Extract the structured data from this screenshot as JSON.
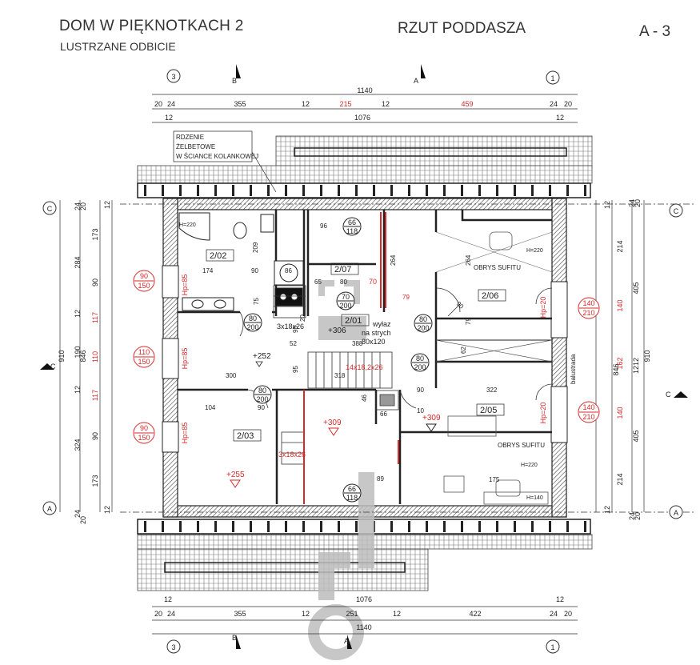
{
  "header": {
    "title": "DOM W PIĘKNOTKACH 2",
    "subtitle": "LUSTRZANE ODBICIE",
    "view_name": "RZUT PODDASZA",
    "sheet": "A - 3"
  },
  "colors": {
    "line": "#222222",
    "red": "#d42a2a",
    "grey_watermark": "#b8b8b8",
    "hatch": "#555555"
  },
  "axes": {
    "top_left": "3",
    "top_right": "1",
    "bottom_left": "3",
    "bottom_right": "1",
    "left_top": "C",
    "left_bottom": "A",
    "right_top": "C",
    "right_bottom": "A",
    "section_b": "B",
    "section_a": "A",
    "section_c": "C"
  },
  "dims": {
    "top_total": "1140",
    "top_inner": "1076",
    "top_20a": "20",
    "top_24a": "24",
    "top_355": "355",
    "top_12a": "12",
    "top_215": "215",
    "top_12b": "12",
    "top_459": "459",
    "top_24b": "24",
    "top_20b": "20",
    "top_12c": "12",
    "top_12d": "12",
    "bottom_total": "1140",
    "bottom_inner": "1076",
    "bottom_20a": "20",
    "bottom_24a": "24",
    "bottom_355": "355",
    "bottom_12a": "12",
    "bottom_251": "251",
    "bottom_12b": "12",
    "bottom_422": "422",
    "bottom_24b": "24",
    "bottom_20b": "20",
    "bottom_12c": "12",
    "bottom_12d": "12",
    "left_910": "910",
    "left_846": "846",
    "left_24a": "24",
    "left_20a": "20",
    "left_12a": "12",
    "left_173a": "173",
    "left_284": "284",
    "left_90a": "90",
    "left_12b": "12",
    "left_117a": "117",
    "left_190": "190",
    "left_110": "110",
    "left_12c": "12",
    "left_117b": "117",
    "left_324": "324",
    "left_90b": "90",
    "left_173b": "173",
    "left_12d": "12",
    "left_24b": "24",
    "left_20b": "20",
    "right_910": "910",
    "right_846": "846",
    "right_24a": "24",
    "right_20a": "20",
    "right_12a": "12",
    "right_214a": "214",
    "right_405a": "405",
    "right_140a": "140",
    "right_12b": "12",
    "right_162": "162",
    "right_12c": "12",
    "right_140b": "140",
    "right_405b": "405",
    "right_214b": "214",
    "right_12d": "12",
    "right_24b": "24",
    "right_20b": "20"
  },
  "windows": [
    {
      "w": "90",
      "h": "150",
      "hp": "Hp=85"
    },
    {
      "w": "110",
      "h": "150",
      "hp": "Hp=85"
    },
    {
      "w": "90",
      "h": "150",
      "hp": "Hp=85"
    },
    {
      "w": "140",
      "h": "210",
      "hp": "Hp=20"
    },
    {
      "w": "140",
      "h": "210",
      "hp": "Hp=20"
    }
  ],
  "doors": [
    {
      "w": "66",
      "h": "118"
    },
    {
      "w": "70",
      "h": "200"
    },
    {
      "w": "80",
      "h": "200"
    },
    {
      "w": "80",
      "h": "200"
    },
    {
      "w": "80",
      "h": "200"
    },
    {
      "w": "80",
      "h": "200"
    },
    {
      "w": "66",
      "h": "118"
    }
  ],
  "rooms": {
    "r202": "2/02",
    "r207": "2/07",
    "r201": "2/01",
    "r206": "2/06",
    "r203": "2/03",
    "r205": "2/05"
  },
  "levels": {
    "l306": "+306",
    "l252": "+252",
    "l309a": "+309",
    "l309b": "+309",
    "l255": "+255"
  },
  "notes": {
    "rdzenie1": "RDZENIE",
    "rdzenie2": "ŻELBETOWE",
    "rdzenie3": "W ŚCIANCE KOLANKOWEJ",
    "wylaz1": "wyłaz",
    "wylaz2": "na strych",
    "wylaz3": "80x120",
    "stair1": "14x18,2x26",
    "stair2": "3x18x26",
    "stair3": "3x18x26",
    "obrys1": "OBRYS SUFITU",
    "obrys2": "OBRYS SUFITU",
    "balustrada": "balustrada",
    "h220a": "H=220",
    "h220b": "H=220",
    "h220c": "H=220",
    "h140": "H=140",
    "n209": "209",
    "n174": "174",
    "n90a": "90",
    "n96": "96",
    "n264a": "264",
    "n264b": "264",
    "n86": "86",
    "n65": "65",
    "n80a": "80",
    "n75": "75",
    "n95a": "95",
    "n20": "20",
    "n52": "52",
    "n388": "388",
    "n95b": "95",
    "n318": "318",
    "n300": "300",
    "n104": "104",
    "n90b": "90",
    "n79a": "79",
    "n79b": "79",
    "n90c": "90",
    "n62": "62",
    "n322": "322",
    "n46": "46",
    "n66": "66",
    "n10": "10",
    "n90d": "90",
    "n89": "89",
    "n175": "175"
  }
}
